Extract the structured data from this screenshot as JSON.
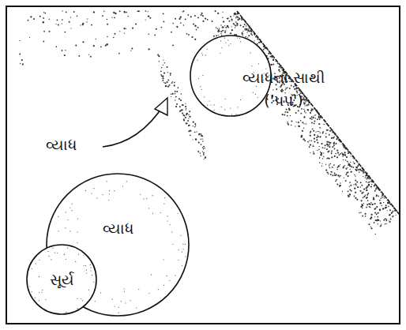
{
  "diagram": {
    "nodes": [
      {
        "text": [
          "વ્યાધનો સાથી ('પપ')"
        ]
      },
      {
        "text": [
          "વ્યાધ"
        ]
      },
      {
        "text": [
          "સૂર્ય"
        ]
      }
    ],
    "labels": [
      "વ્યાધ"
    ]
  }
}
